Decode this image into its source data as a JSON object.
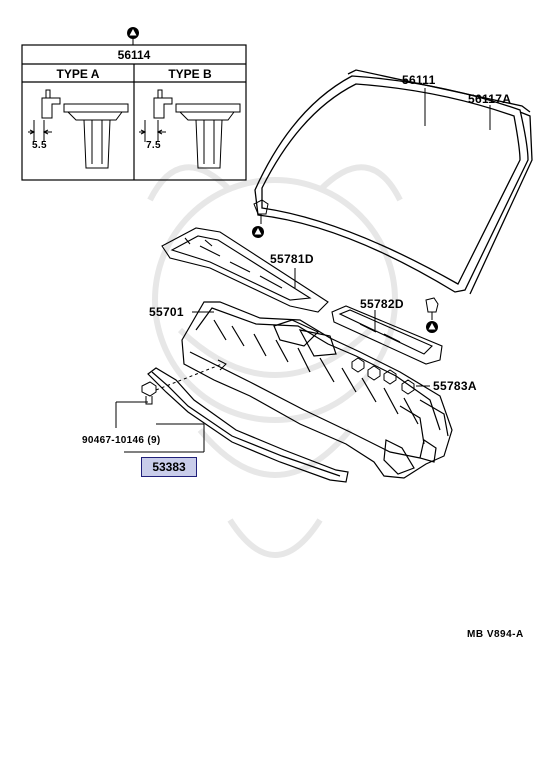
{
  "inset": {
    "part_number": "56114",
    "type_a": {
      "label": "TYPE  A",
      "dimension": "5.5"
    },
    "type_b": {
      "label": "TYPE  B",
      "dimension": "7.5"
    }
  },
  "parts": {
    "windshield_glass": "56111",
    "windshield_dam": "56117A",
    "cowl_panel_top": "55781D",
    "cowl_panel_right": "55782D",
    "cowl_panel_assembly": "55701",
    "clip": "55783A",
    "screw": "90467-10146 (9)",
    "weatherstrip": "53383"
  },
  "reference_code": "MB  V894-A",
  "colors": {
    "line": "#000000",
    "highlight_fill": "#c9cdea",
    "highlight_border": "#20207a"
  }
}
